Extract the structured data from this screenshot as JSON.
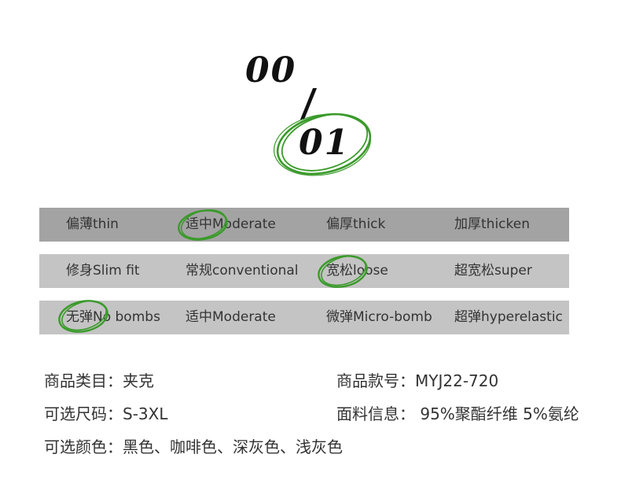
{
  "page_index": {
    "total": "00",
    "current": "01"
  },
  "accent_color": "#3a9a2a",
  "bands": [
    {
      "cells": [
        "偏薄thin",
        "适中Moderate",
        "偏厚thick",
        "加厚thicken"
      ],
      "selected_index": 1
    },
    {
      "cells": [
        "修身Slim fit",
        "常规conventional",
        "宽松loose",
        "超宽松super"
      ],
      "selected_index": 2
    },
    {
      "cells": [
        "无弹No bombs",
        "适中Moderate",
        "微弹Micro-bomb",
        "超弹hyperelastic"
      ],
      "selected_index": 0
    }
  ],
  "product_info": {
    "category": "商品类目：夹克",
    "item_number": "商品款号：MYJ22-720",
    "sizes": "可选尺码：S-3XL",
    "fabric": "面料信息： 95%聚酯纤维 5%氨纶",
    "colors": "可选颜色：黑色、咖啡色、深灰色、浅灰色"
  }
}
